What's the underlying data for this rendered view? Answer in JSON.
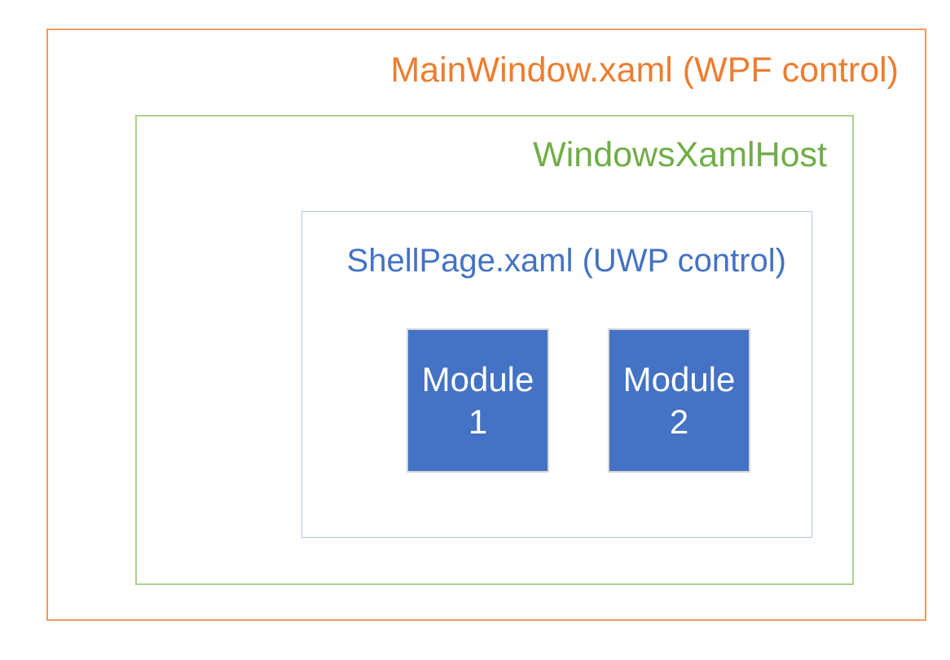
{
  "diagram": {
    "main_window": {
      "label": "MainWindow.xaml (WPF control)",
      "text_color": "#ED7D31",
      "border_color": "#F09A5F"
    },
    "xaml_host": {
      "label": "WindowsXamlHost",
      "text_color": "#70AD47",
      "border_color": "#A9D18E"
    },
    "shell_page": {
      "label": "ShellPage.xaml (UWP control)",
      "text_color": "#4472C4",
      "border_color": "#B0C5E8"
    },
    "modules": [
      {
        "line1": "Module",
        "line2": "1",
        "fill_color": "#4472C4",
        "border_color": "#D6D6D6",
        "text_color": "#FFFFFF"
      },
      {
        "line1": "Module",
        "line2": "2",
        "fill_color": "#4472C4",
        "border_color": "#D6D6D6",
        "text_color": "#FFFFFF"
      }
    ]
  }
}
